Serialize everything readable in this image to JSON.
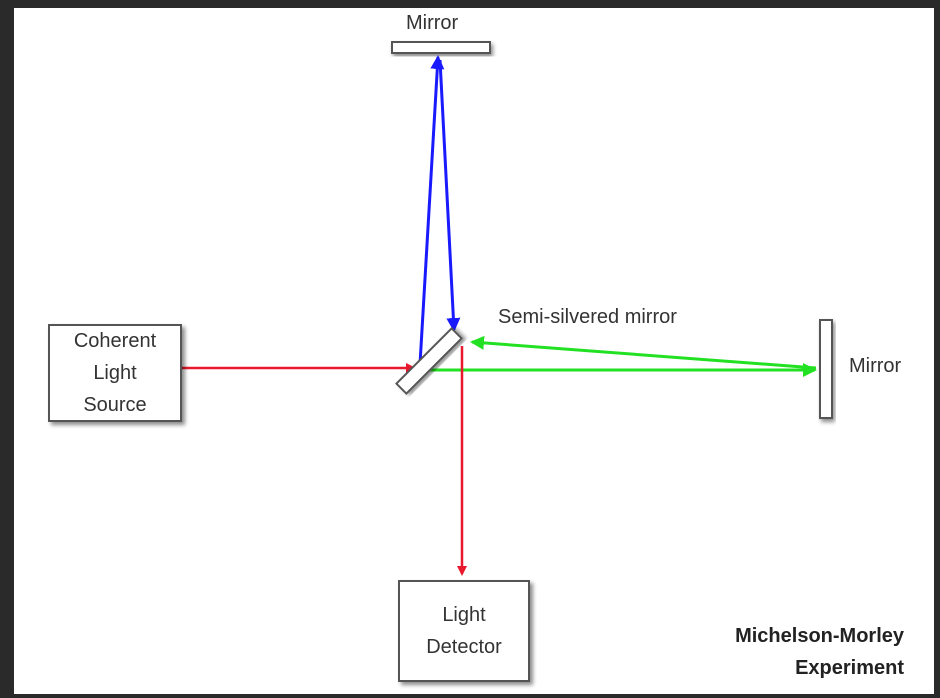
{
  "labels": {
    "top_mirror": "Mirror",
    "right_mirror": "Mirror",
    "beam_splitter": "Semi-silvered mirror"
  },
  "source_box": {
    "lines": [
      "Coherent",
      "Light",
      "Source"
    ]
  },
  "detector_box": {
    "lines": [
      "Light",
      "Detector"
    ]
  },
  "caption": {
    "lines": [
      "Michelson-Morley",
      "Experiment"
    ]
  },
  "colors": {
    "source_beam": "#e8192c",
    "vertical_arm": "#1a1aff",
    "horizontal_arm": "#22e022",
    "outline": "#555555"
  }
}
